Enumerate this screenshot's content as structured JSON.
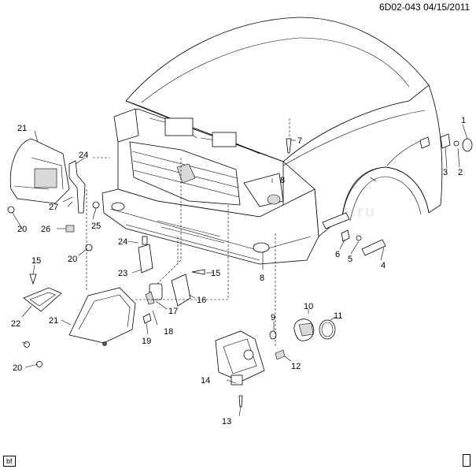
{
  "header": {
    "code": "6D02-043",
    "date": "04/15/2011"
  },
  "watermark": "www.gm-Ildrome.ru",
  "corner_labels": {
    "left": "bf"
  },
  "callouts": [
    {
      "id": "c1",
      "label": "1"
    },
    {
      "id": "c2",
      "label": "2"
    },
    {
      "id": "c3",
      "label": "3"
    },
    {
      "id": "c4",
      "label": "4"
    },
    {
      "id": "c5",
      "label": "5"
    },
    {
      "id": "c6",
      "label": "6"
    },
    {
      "id": "c7",
      "label": "7"
    },
    {
      "id": "c8a",
      "label": "8"
    },
    {
      "id": "c8b",
      "label": "8"
    },
    {
      "id": "c9",
      "label": "9"
    },
    {
      "id": "c10",
      "label": "10"
    },
    {
      "id": "c11",
      "label": "11"
    },
    {
      "id": "c12",
      "label": "12"
    },
    {
      "id": "c13",
      "label": "13"
    },
    {
      "id": "c14",
      "label": "14"
    },
    {
      "id": "c15a",
      "label": "15"
    },
    {
      "id": "c15b",
      "label": "15"
    },
    {
      "id": "c16",
      "label": "16"
    },
    {
      "id": "c17",
      "label": "17"
    },
    {
      "id": "c18",
      "label": "18"
    },
    {
      "id": "c19",
      "label": "19"
    },
    {
      "id": "c20a",
      "label": "20"
    },
    {
      "id": "c20b",
      "label": "20"
    },
    {
      "id": "c20c",
      "label": "20"
    },
    {
      "id": "c21a",
      "label": "21"
    },
    {
      "id": "c21b",
      "label": "21"
    },
    {
      "id": "c22",
      "label": "22"
    },
    {
      "id": "c23",
      "label": "23"
    },
    {
      "id": "c24a",
      "label": "24"
    },
    {
      "id": "c24b",
      "label": "24"
    },
    {
      "id": "c25",
      "label": "25"
    },
    {
      "id": "c26",
      "label": "26"
    },
    {
      "id": "c27",
      "label": "27"
    }
  ]
}
